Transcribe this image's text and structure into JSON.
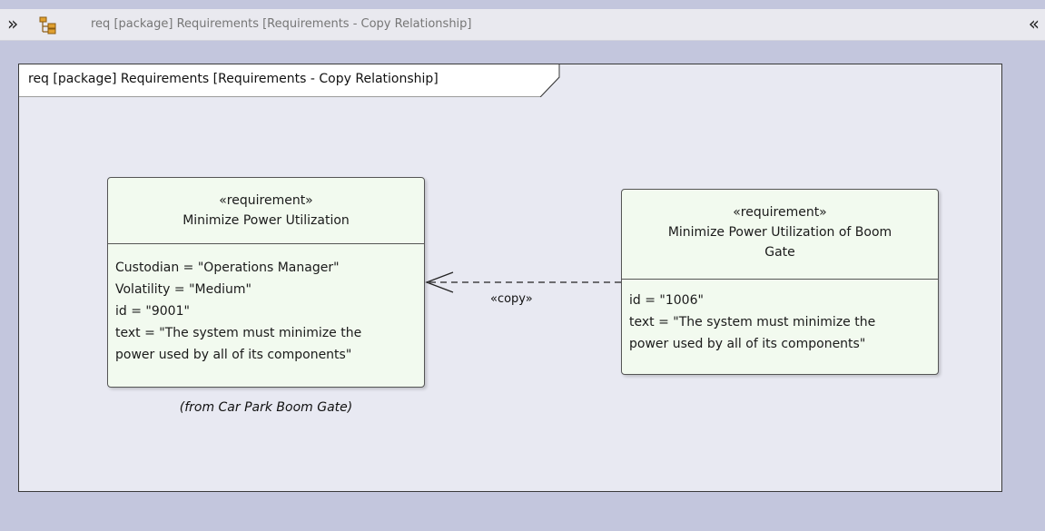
{
  "toolbar": {
    "expand_glyph": "»",
    "collapse_glyph": "«",
    "title": "req [package] Requirements [Requirements - Copy Relationship]"
  },
  "diagram": {
    "frame_title": "req [package] Requirements [Requirements - Copy Relationship]",
    "elements": [
      {
        "stereotype": "«requirement»",
        "name": "Minimize Power Utilization",
        "attributes": [
          "Custodian = \"Operations Manager\"",
          "Volatility = \"Medium\"",
          "id = \"9001\"",
          "text = \"The system must minimize the",
          "power used by all of its components\""
        ],
        "from_note": "(from Car Park Boom Gate)"
      },
      {
        "stereotype": "«requirement»",
        "name_lines": [
          "Minimize Power Utilization of Boom",
          "Gate"
        ],
        "attributes": [
          "id = \"1006\"",
          "text = \"The system must minimize the",
          "power used by all of its components\""
        ]
      }
    ],
    "connector": {
      "label": "«copy»"
    }
  },
  "colors": {
    "background": "#c3c6dd",
    "frame_fill": "#e8e9f2",
    "requirement_fill": "#f2faef",
    "toolbar_fill": "#e9e9ef"
  }
}
